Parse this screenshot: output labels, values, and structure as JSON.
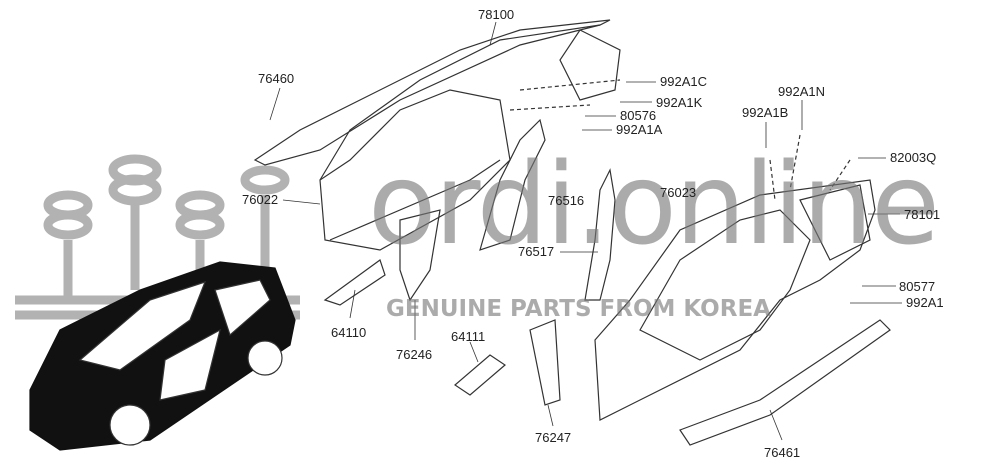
{
  "watermark": {
    "brand": "ordi.online",
    "tagline": "GENUINE PARTS FROM KOREA"
  },
  "part_labels": [
    {
      "id": "78100"
    },
    {
      "id": "76460"
    },
    {
      "id": "992A1C"
    },
    {
      "id": "992A1K"
    },
    {
      "id": "80576"
    },
    {
      "id": "992A1A"
    },
    {
      "id": "992A1N"
    },
    {
      "id": "992A1B"
    },
    {
      "id": "82003Q"
    },
    {
      "id": "76022"
    },
    {
      "id": "76516"
    },
    {
      "id": "76023"
    },
    {
      "id": "78101"
    },
    {
      "id": "76517"
    },
    {
      "id": "80577"
    },
    {
      "id": "992A1"
    },
    {
      "id": "64110"
    },
    {
      "id": "64111"
    },
    {
      "id": "76246"
    },
    {
      "id": "76247"
    },
    {
      "id": "76461"
    }
  ]
}
